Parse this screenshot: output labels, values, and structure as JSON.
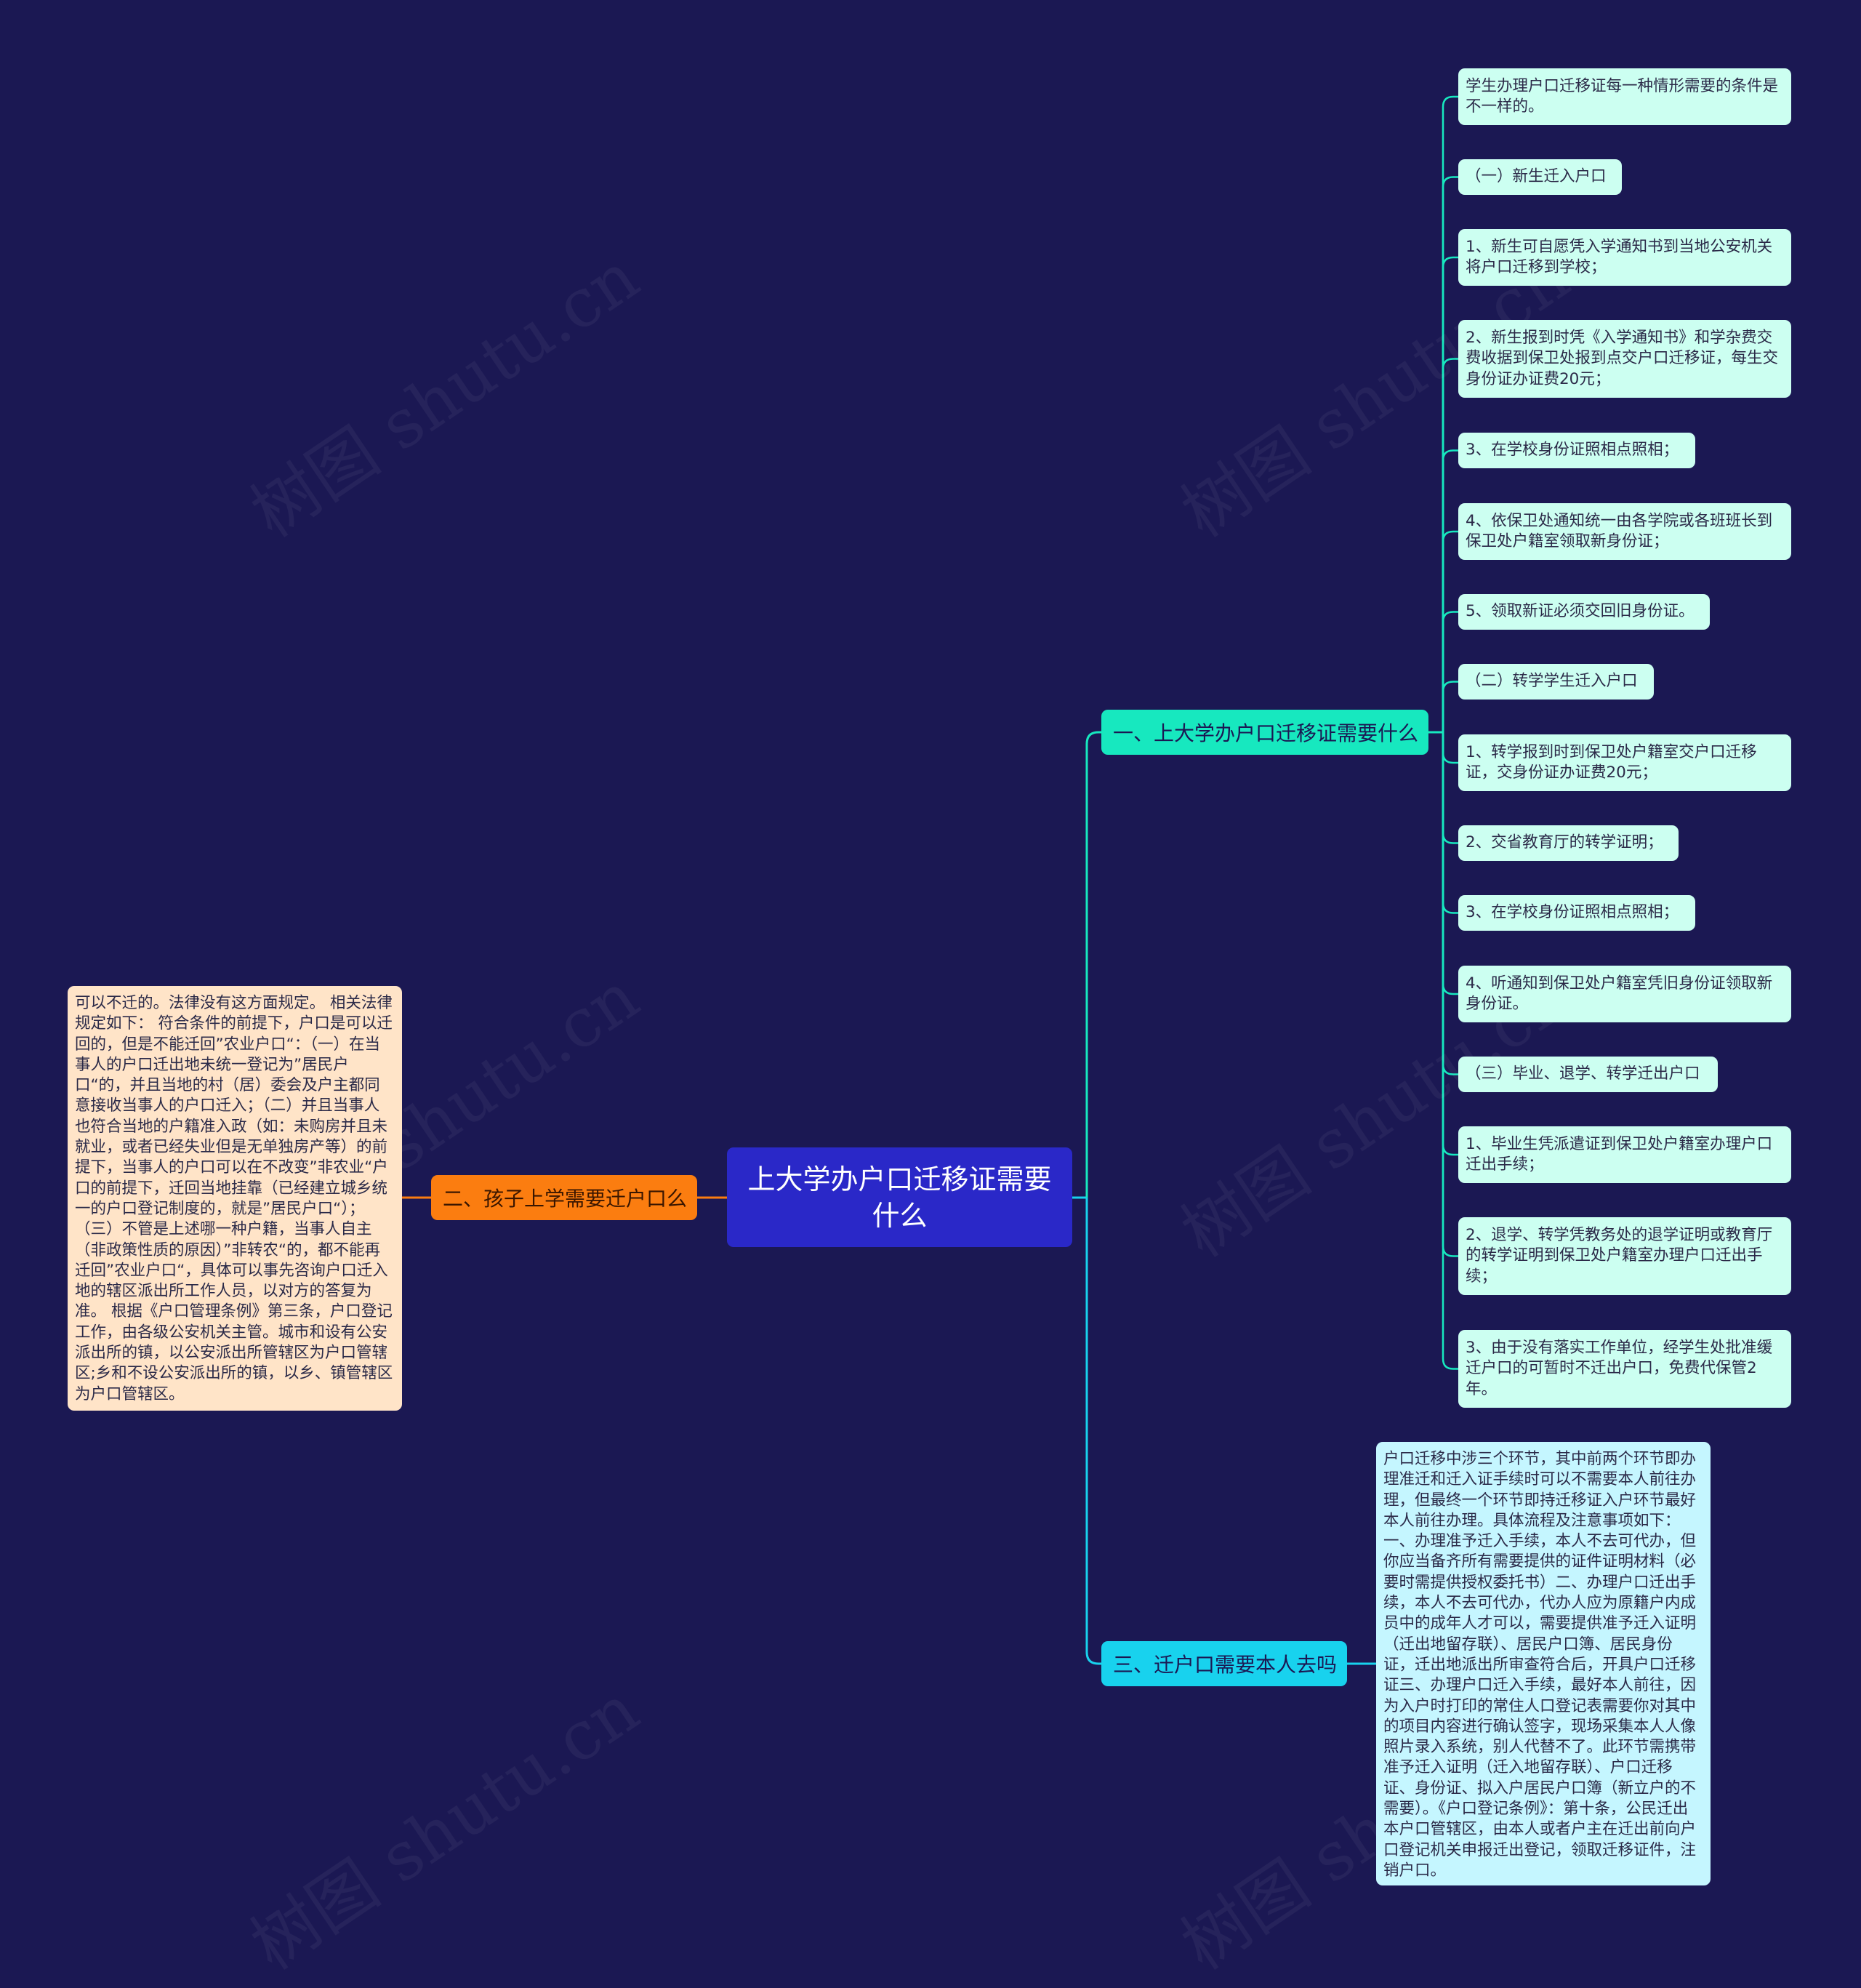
{
  "root": {
    "label": "上大学办户口迁移证需要什么"
  },
  "branch1": {
    "label": "一、上大学办户口迁移证需要什么",
    "items": [
      "学生办理户口迁移证每一种情形需要的条件是不一样的。",
      "（一）新生迁入户口",
      "1、新生可自愿凭入学通知书到当地公安机关将户口迁移到学校；",
      "2、新生报到时凭《入学通知书》和学杂费交费收据到保卫处报到点交户口迁移证，每生交身份证办证费20元；",
      "3、在学校身份证照相点照相；",
      "4、依保卫处通知统一由各学院或各班班长到保卫处户籍室领取新身份证；",
      "5、领取新证必须交回旧身份证。",
      "（二）转学学生迁入户口",
      "1、转学报到时到保卫处户籍室交户口迁移证，交身份证办证费20元；",
      "2、交省教育厅的转学证明；",
      "3、在学校身份证照相点照相；",
      "4、听通知到保卫处户籍室凭旧身份证领取新身份证。",
      "（三）毕业、退学、转学迁出户口",
      "1、毕业生凭派遣证到保卫处户籍室办理户口迁出手续；",
      "2、退学、转学凭教务处的退学证明或教育厅的转学证明到保卫处户籍室办理户口迁出手续；",
      "3、由于没有落实工作单位，经学生处批准缓迁户口的可暂时不迁出户口，免费代保管2年。"
    ]
  },
  "branch2": {
    "label": "二、孩子上学需要迁户口么",
    "text": "可以不迁的。法律没有这方面规定。 相关法律规定如下： 符合条件的前提下，户口是可以迁回的，但是不能迁回”农业户口“：（一）在当事人的户口迁出地未统一登记为”居民户口“的，并且当地的村（居）委会及户主都同意接收当事人的户口迁入；（二）并且当事人也符合当地的户籍准入政（如：未购房并且未就业，或者已经失业但是无单独房产等）的前提下，当事人的户口可以在不改变”非农业“户口的前提下，迁回当地挂靠（已经建立城乡统一的户口登记制度的，就是”居民户口“）；（三）不管是上述哪一种户籍，当事人自主（非政策性质的原因）”非转农“的，都不能再迁回”农业户口“，具体可以事先咨询户口迁入地的辖区派出所工作人员，以对方的答复为准。 根据《户口管理条例》第三条，户口登记工作，由各级公安机关主管。城市和设有公安派出所的镇，以公安派出所管辖区为户口管辖区;乡和不设公安派出所的镇，以乡、镇管辖区为户口管辖区。"
  },
  "branch3": {
    "label": "三、迁户口需要本人去吗",
    "text": "户口迁移中涉三个环节，其中前两个环节即办理准迁和迁入证手续时可以不需要本人前往办理，但最终一个环节即持迁移证入户环节最好本人前往办理。具体流程及注意事项如下：一、办理准予迁入手续，本人不去可代办，但你应当备齐所有需要提供的证件证明材料（必要时需提供授权委托书）二、办理户口迁出手续，本人不去可代办，代办人应为原籍户内成员中的成年人才可以，需要提供准予迁入证明（迁出地留存联）、居民户口簿、居民身份证，迁出地派出所审查符合后，开具户口迁移证三、办理户口迁入手续，最好本人前往，因为入户时打印的常住人口登记表需要你对其中的项目内容进行确认签字，现场采集本人人像照片录入系统，别人代替不了。此环节需携带准予迁入证明（迁入地留存联）、户口迁移证、身份证、拟入户居民户口簿（新立户的不需要）。《户口登记条例》：第十条，公民迁出本户口管辖区，由本人或者户主在迁出前向户口登记机关申报迁出登记，领取迁移证件，注销户口。"
  },
  "watermark": "树图 shutu.cn",
  "colors": {
    "background": "#1b1853",
    "root": "#2a28c8",
    "branch1": "#17e8bf",
    "branch2": "#fb7d10",
    "branch3": "#18d2ee",
    "leaf": "#ccfff1",
    "para_left": "#ffe4c8",
    "para_right": "#c5f6ff"
  }
}
